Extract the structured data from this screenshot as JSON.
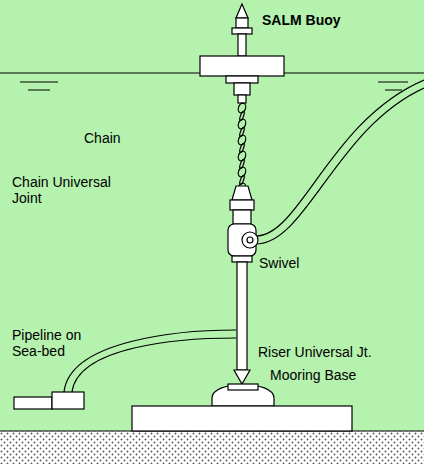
{
  "diagram": {
    "labels": [
      "SALM Buoy",
      "Chain",
      "Chain Universal Joint",
      "Swivel",
      "Pipeline on Sea-bed",
      "Riser Universal Jt.",
      "Mooring Base"
    ]
  }
}
